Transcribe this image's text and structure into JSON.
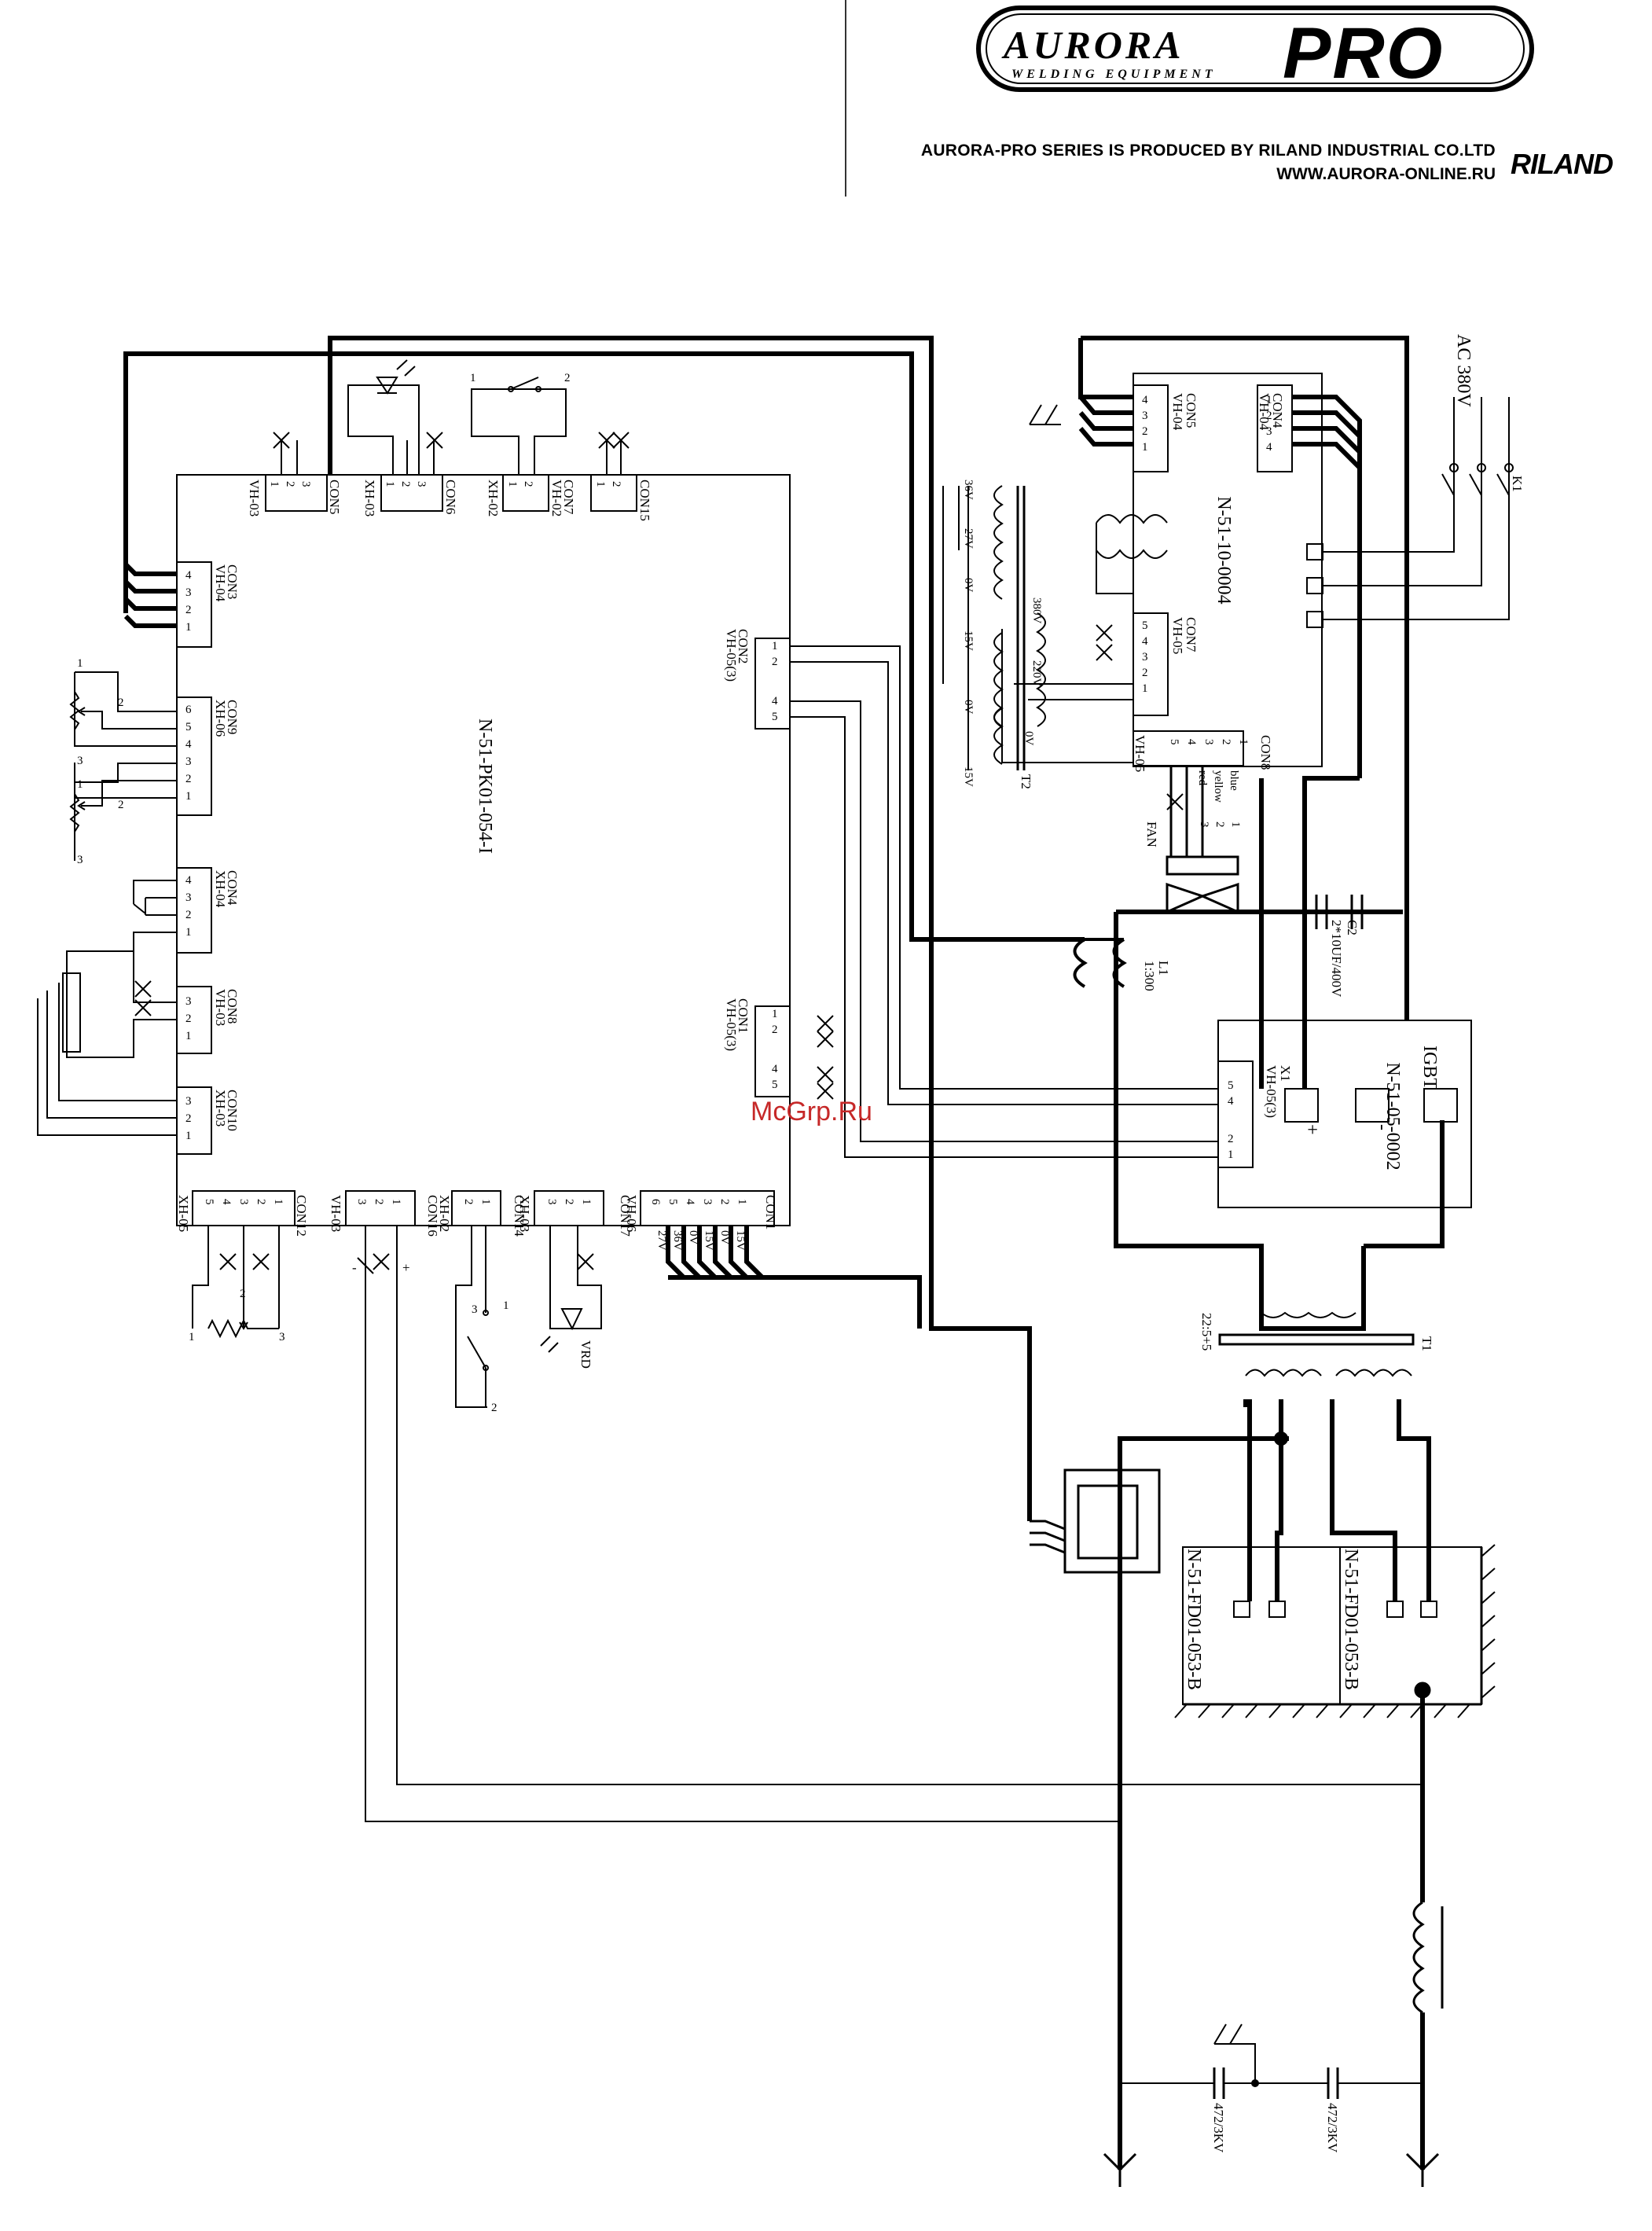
{
  "header": {
    "logo_word_1": "AURORA",
    "logo_word_2": "PRO",
    "logo_sub": "WELDING EQUIPMENT",
    "tagline": "AURORA-PRO SERIES IS PRODUCED BY RILAND INDUSTRIAL CO.LTD",
    "website": "WWW.AURORA-ONLINE.RU",
    "riland_logo": "RILAND"
  },
  "watermark": "McGrp.Ru",
  "boards": {
    "main": "N-51-PK01-054-I",
    "power": "N-51-10-0004",
    "igbt": "N-51-05-0002",
    "igbt_tag": "IGBT",
    "rect1": "N-51-FD01-053-B",
    "rect2": "N-51-FD01-053-B"
  },
  "connectors": {
    "con5": {
      "name": "CON5",
      "type": "VH-03",
      "pins": [
        "1",
        "2",
        "3"
      ]
    },
    "con6": {
      "name": "CON6",
      "type": "XH-03",
      "pins": [
        "1",
        "2",
        "3"
      ]
    },
    "con7": {
      "name": "CON7",
      "type": "VH-02",
      "pins": [
        "1",
        "2"
      ]
    },
    "con7b": {
      "name": "XH-02",
      "pins": [
        "1",
        "2"
      ]
    },
    "con15": {
      "name": "CON15",
      "pins": [
        "1",
        "2"
      ]
    },
    "con3": {
      "name": "CON3",
      "type": "VH-04",
      "pins": [
        "4",
        "3",
        "2",
        "1"
      ]
    },
    "con9": {
      "name": "CON9",
      "type": "XH-06",
      "pins": [
        "6",
        "5",
        "4",
        "3",
        "2",
        "1"
      ]
    },
    "con4": {
      "name": "CON4",
      "type": "XH-04",
      "pins": [
        "4",
        "3",
        "2",
        "1"
      ]
    },
    "con8": {
      "name": "CON8",
      "type": "VH-03",
      "pins": [
        "3",
        "2",
        "1"
      ]
    },
    "con10": {
      "name": "CON10",
      "type": "XH-03",
      "pins": [
        "3",
        "2",
        "1"
      ]
    },
    "con2": {
      "name": "CON2",
      "type": "VH-05(3)",
      "pins": [
        "1",
        "2",
        "4",
        "5"
      ]
    },
    "con1r": {
      "name": "CON1",
      "type": "VH-05(3)",
      "pins": [
        "1",
        "2",
        "4",
        "5"
      ]
    },
    "con12": {
      "name": "CON12",
      "type": "XH-05",
      "pins": [
        "5",
        "4",
        "3",
        "2",
        "1"
      ]
    },
    "con16": {
      "name": "CON16",
      "type": "VH-03",
      "pins": [
        "3",
        "2",
        "1"
      ]
    },
    "con14": {
      "name": "CON14",
      "type": "XH-02",
      "pins": [
        "2",
        "1"
      ]
    },
    "con17": {
      "name": "CON17",
      "type": "XH-03",
      "pins": [
        "3",
        "2",
        "1"
      ]
    },
    "con1b": {
      "name": "CON1",
      "type": "VH-06",
      "pins": [
        "6",
        "5",
        "4",
        "3",
        "2",
        "1"
      ]
    },
    "pcon5": {
      "name": "CON5",
      "type": "VH-04",
      "pins": [
        "4",
        "3",
        "2",
        "1"
      ]
    },
    "pcon4": {
      "name": "CON4",
      "type": "VH-04",
      "pins": [
        "1",
        "2",
        "3",
        "4"
      ]
    },
    "pcon7": {
      "name": "CON7",
      "type": "VH-05",
      "pins": [
        "5",
        "4",
        "3",
        "2",
        "1"
      ]
    },
    "pcon8": {
      "name": "CON8",
      "type": "VH-05",
      "pins": [
        "1",
        "2",
        "3",
        "4",
        "5"
      ]
    },
    "x1": {
      "name": "X1",
      "type": "VH-05(3)",
      "pins": [
        "5",
        "4",
        "2",
        "1"
      ]
    }
  },
  "voltages_con1": [
    "27V",
    "36V",
    "0V",
    "15V",
    "0V",
    "15V"
  ],
  "transformer_t2": {
    "name": "T2",
    "taps_left": [
      "36V",
      "27V",
      "0V",
      "15V",
      "0V",
      "15V"
    ],
    "taps_primary": [
      "380V",
      "220V",
      "0V"
    ]
  },
  "ac_input": "AC 380V",
  "switch_k1": "K1",
  "fan": {
    "name": "FAN",
    "wires": [
      "blue",
      "yellow",
      "red"
    ],
    "pins": [
      "1",
      "2",
      "3"
    ]
  },
  "capacitor_c2": {
    "name": "C2",
    "value": "2*10UF/400V"
  },
  "inductor_l1": {
    "name": "L1",
    "value": "1:300"
  },
  "transformer_t1": {
    "name": "T1",
    "ratio": "22:5+5"
  },
  "terminals": {
    "plus": "+",
    "minus": "-"
  },
  "pins_generic": {
    "p1": "1",
    "p2": "2",
    "p3": "3"
  },
  "led": "VRD",
  "hv_caps": [
    "472/3KV",
    "472/3KV"
  ],
  "icons": [
    "diode-icon",
    "led-icon",
    "switch-icon",
    "potentiometer-icon",
    "ground-icon",
    "inductor-icon",
    "capacitor-icon",
    "transformer-icon",
    "fan-icon",
    "output-terminal-icon"
  ]
}
